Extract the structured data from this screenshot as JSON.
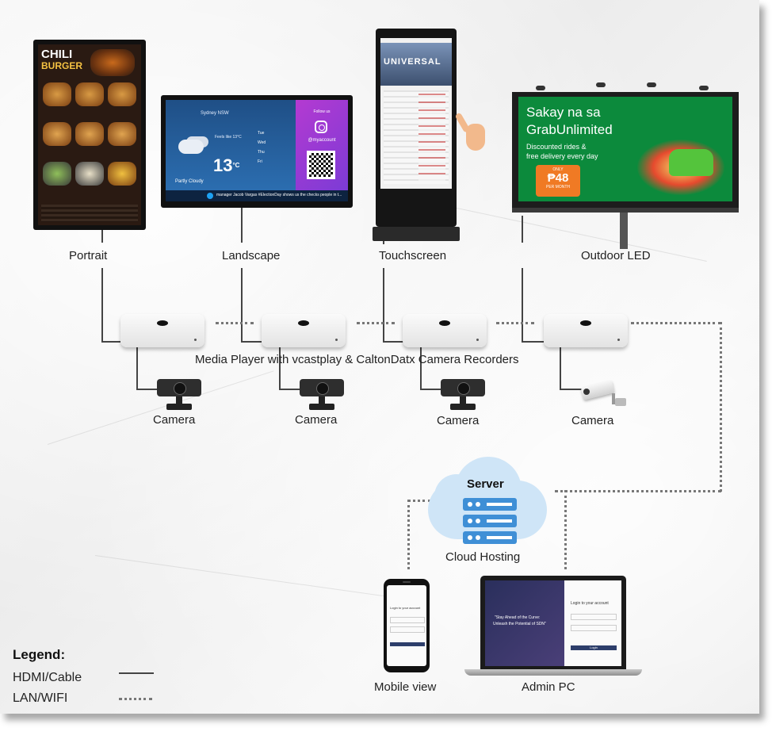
{
  "displays": {
    "portrait": {
      "label": "Portrait",
      "menu_title_line1": "CHILI",
      "menu_title_line2": "BURGER"
    },
    "landscape": {
      "label": "Landscape",
      "city": "Sydney NSW",
      "feels_like": "Feels like 13°C",
      "temperature": "13",
      "unit": "°C",
      "condition": "Partly Cloudy",
      "forecast_days": [
        "Tue",
        "Wed",
        "Thu",
        "Fri"
      ],
      "follow_us": "Follow us",
      "handle": "@myaccount",
      "ticker": "manager Jacob Vargas #ElectionDay shows us the checks people in t..."
    },
    "touchscreen": {
      "label": "Touchscreen",
      "hero_text": "UNIVERSAL"
    },
    "outdoor": {
      "label": "Outdoor LED",
      "headline1": "Sakay na sa",
      "headline2": "GrabUnlimited",
      "sub1": "Discounted rides &",
      "sub2": "free delivery every day",
      "price_prefix": "ONLY",
      "price": "₱48",
      "price_suffix": "PER MONTH"
    }
  },
  "players_caption": "Media Player with vcastplay & CaltonDatx Camera Recorders",
  "cameras": [
    "Camera",
    "Camera",
    "Camera",
    "Camera"
  ],
  "server": {
    "title": "Server",
    "caption": "Cloud Hosting"
  },
  "clients": {
    "mobile": {
      "label": "Mobile view",
      "login_title": "Login to your account"
    },
    "admin": {
      "label": "Admin PC",
      "login_title": "Login to your account",
      "quote_line1": "\"Stay Ahead of the Curve:",
      "quote_line2": "Unleash the Potential of SDN\"",
      "login_button": "Login"
    }
  },
  "legend": {
    "title": "Legend:",
    "hdmi": "HDMI/Cable",
    "lan": "LAN/WIFI"
  },
  "colors": {
    "grab_green": "#0c8a3c",
    "instagram_gradient_start": "#b43ad1",
    "server_blue": "#3f8fd6",
    "cloud": "#cfe5f7"
  }
}
